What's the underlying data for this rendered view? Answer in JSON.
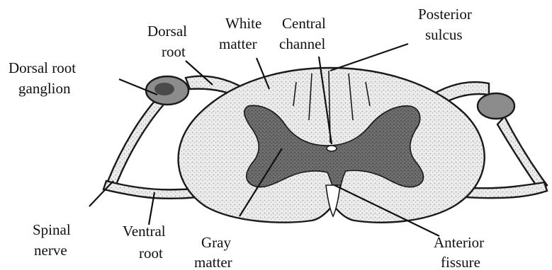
{
  "labels": {
    "dorsal_root_ganglion": [
      "Dorsal root",
      "ganglion"
    ],
    "dorsal_root": [
      "Dorsal",
      "root"
    ],
    "white_matter": [
      "White",
      "matter"
    ],
    "central_channel": [
      "Central",
      "channel"
    ],
    "posterior_sulcus": [
      "Posterior",
      "sulcus"
    ],
    "spinal_nerve": [
      "Spinal",
      "nerve"
    ],
    "ventral_root": [
      "Ventral",
      "root"
    ],
    "gray_matter": [
      "Gray",
      "matter"
    ],
    "anterior_fissure": [
      "Anterior",
      "fissure"
    ]
  },
  "colors": {
    "white_matter": "#dcdcdc",
    "gray_matter": "#6e6e6e",
    "ganglion": "#8c8c8c",
    "outline": "#1a1a1a"
  }
}
